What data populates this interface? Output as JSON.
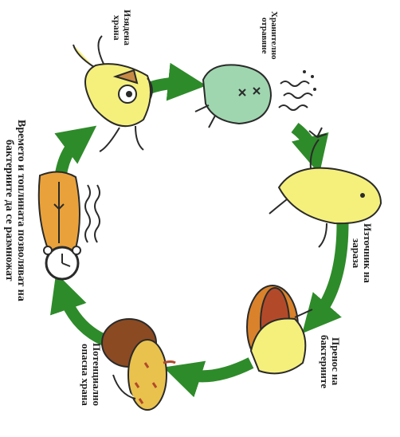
{
  "diagram": {
    "labels": {
      "eaten_food": [
        "Изядена",
        "храна"
      ],
      "food_poisoning": [
        "Хранително",
        "отравяне"
      ],
      "source_of_infection": [
        "Източник на",
        "зараза"
      ],
      "bacteria_transfer": [
        "Пренос на",
        "бактериите"
      ],
      "potentially_dangerous_food": [
        "Потенциално",
        "опасна храна"
      ],
      "time_and_heat": [
        "Времето и топлината позволяват на",
        "бактериите да се размножат"
      ]
    }
  },
  "colors": {
    "arrow": "#2e8b2a",
    "character_yellow": "#f5f07c",
    "sick_green": "#9fd6b0",
    "outline": "#2a2a2a"
  }
}
